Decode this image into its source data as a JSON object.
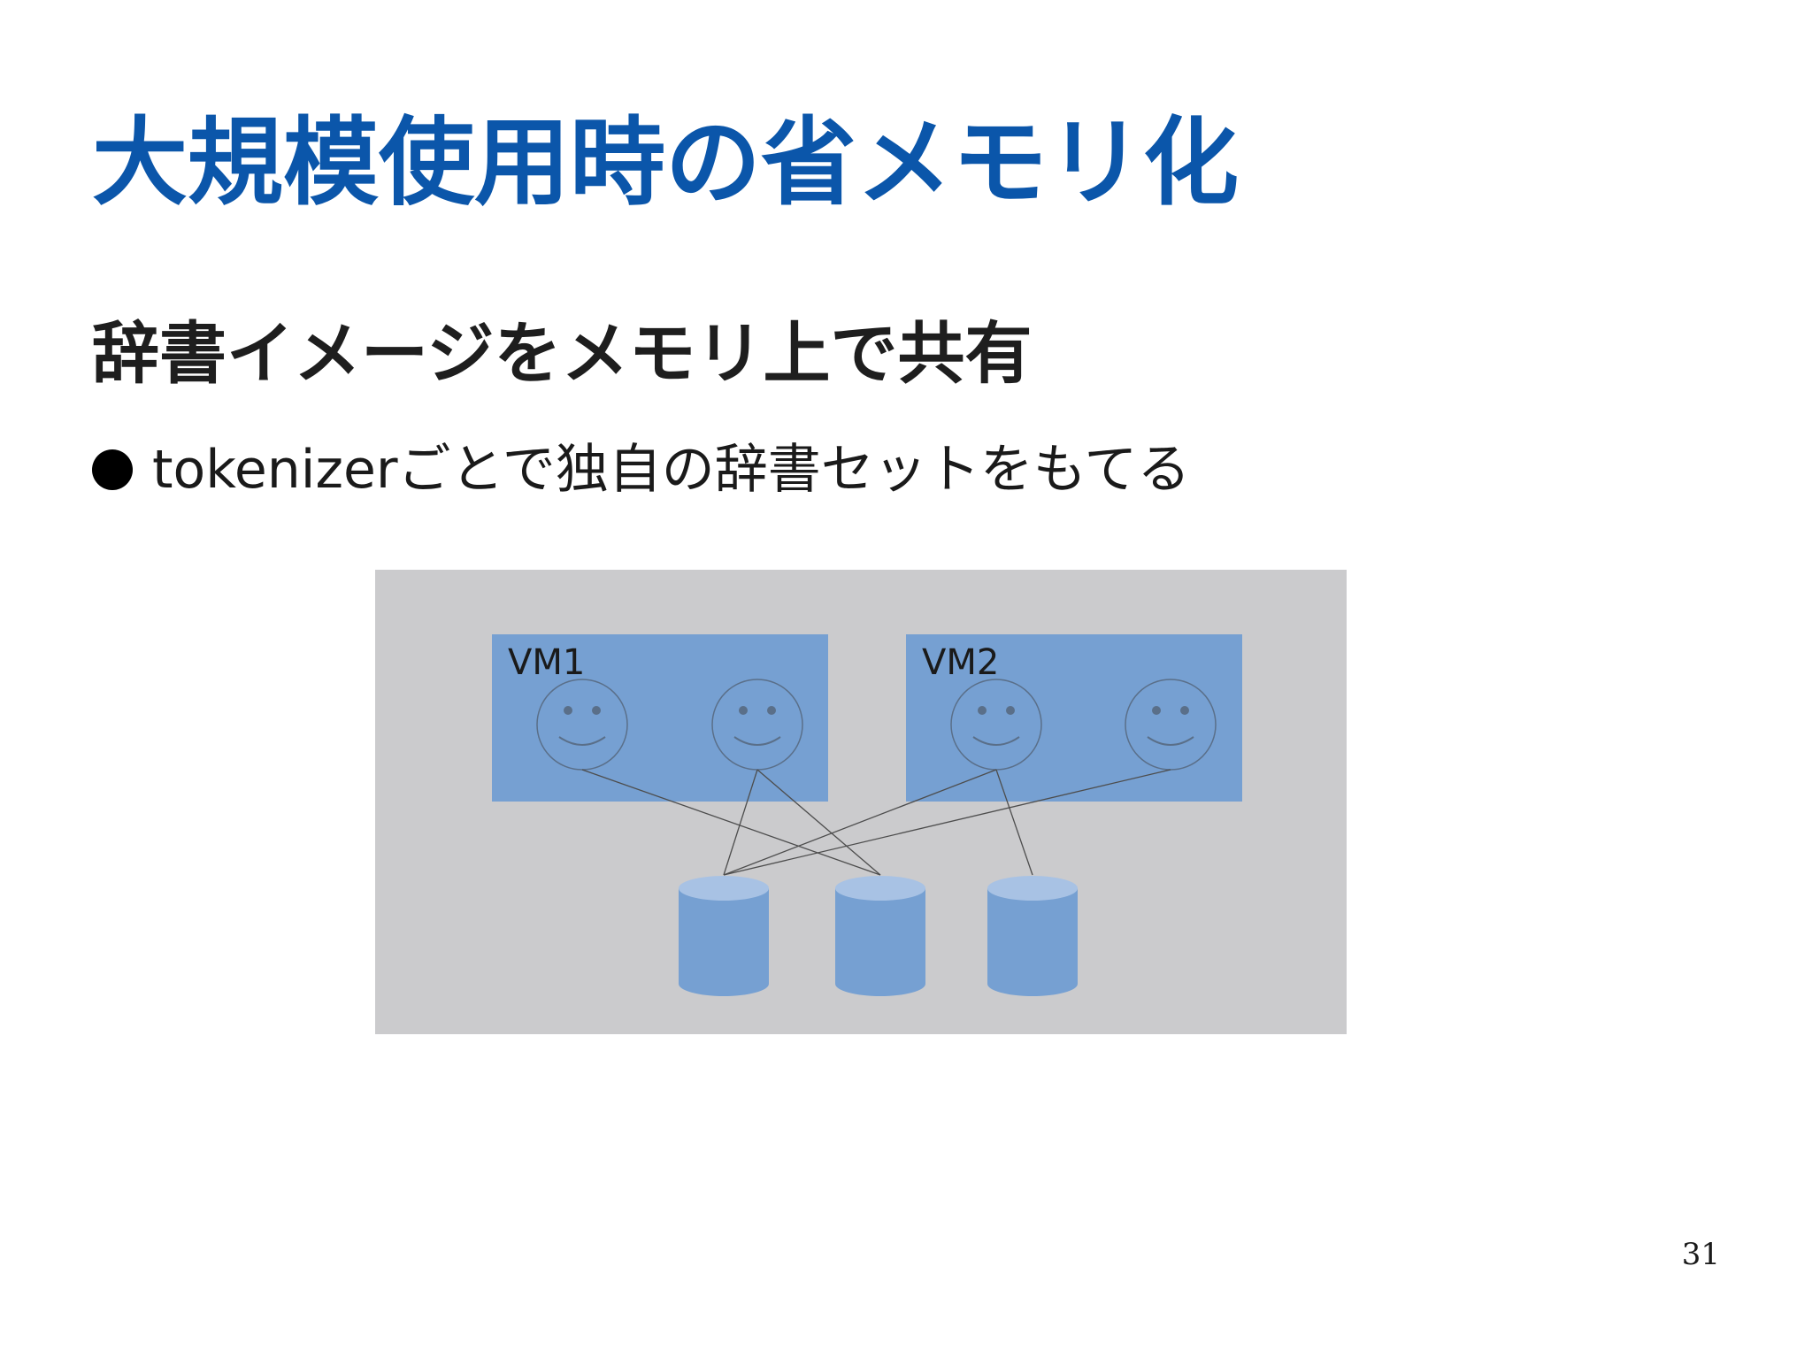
{
  "slide": {
    "title": "大規模使用時の省メモリ化",
    "subtitle": "辞書イメージをメモリ上で共有",
    "bullets": [
      {
        "text": "tokenizerごとで独自の辞書セットをもてる"
      }
    ],
    "page_number": "31"
  },
  "diagram": {
    "vms": [
      {
        "label": "VM1"
      },
      {
        "label": "VM2"
      }
    ],
    "colors": {
      "title": "#0b56aa",
      "panel_background": "#cbcbcd",
      "vm_box": "#76a0d2",
      "face": "#76a0d2",
      "face_stroke": "#5a6f89",
      "cylinder_body": "#76a0d2",
      "cylinder_top": "#a8c2e4",
      "connector": "#4d4d4d"
    }
  }
}
